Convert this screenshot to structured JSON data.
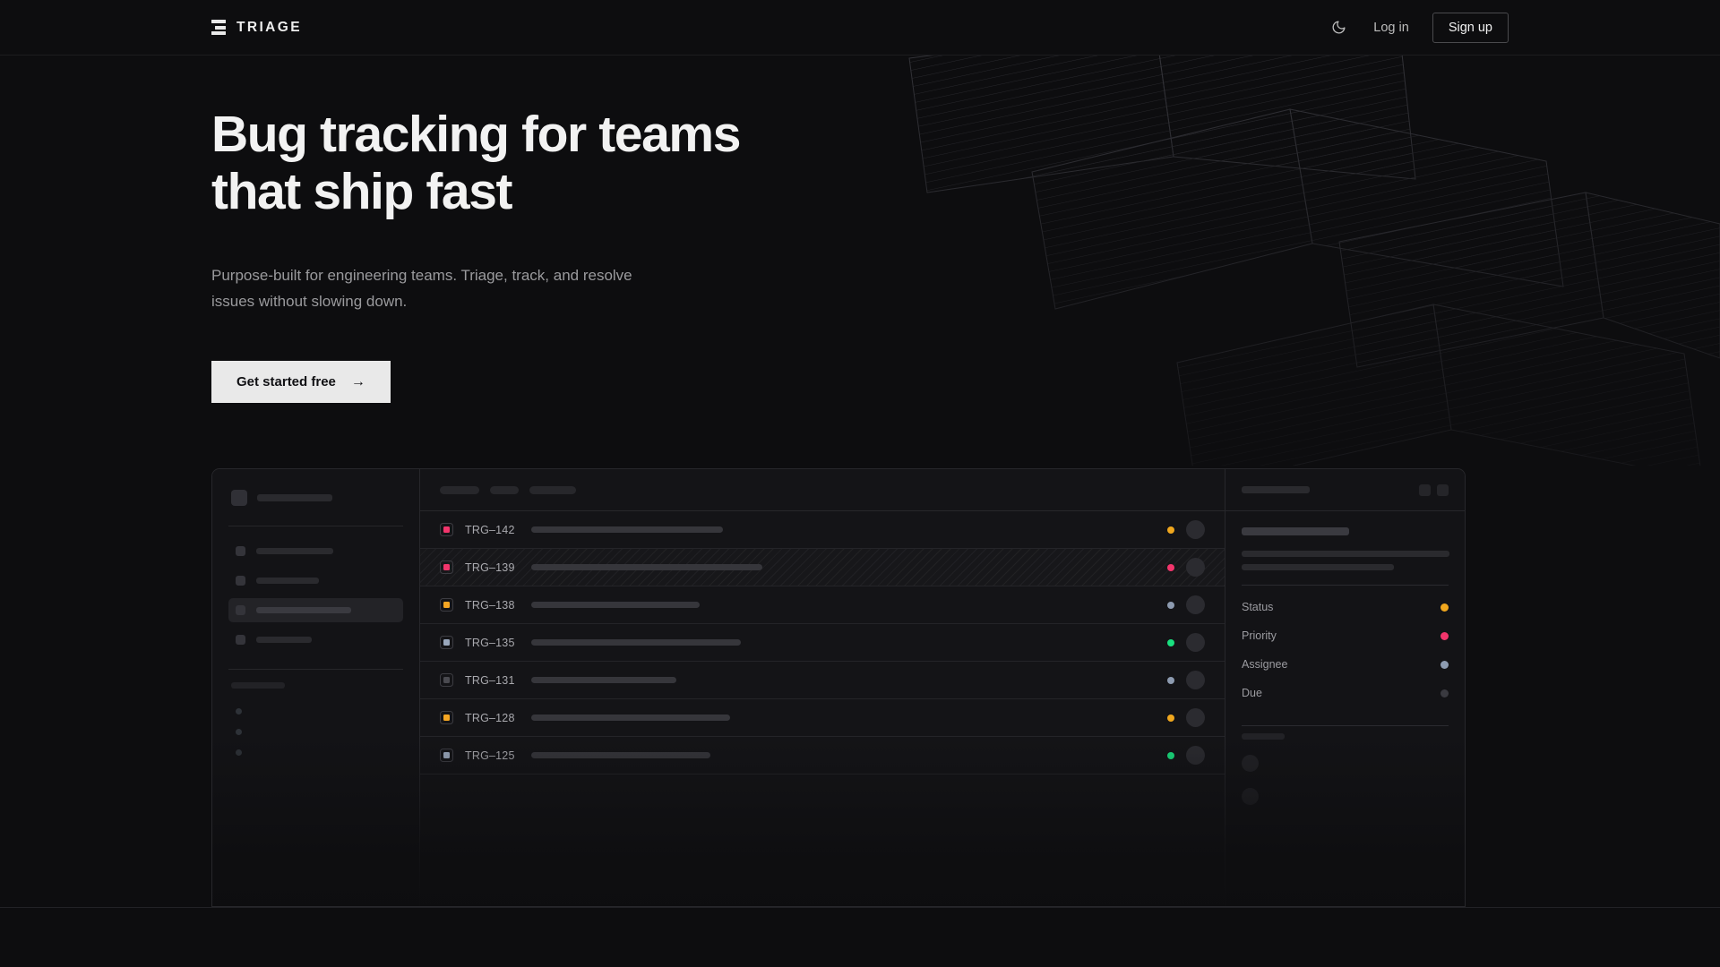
{
  "theme": {
    "page_bg": "#0d0d0f",
    "surface": "#141417",
    "border": "#27272b",
    "text_primary": "#f2f2f2",
    "text_muted": "#9a9a9d",
    "accent_cta_bg": "#e9e9e9",
    "status_orange": "#f0a71e",
    "status_pink": "#f2356c",
    "status_green": "#19e07f",
    "status_blue_gray": "#8d9bb0",
    "status_dim": "#3a3a40",
    "priority_high": "#f2356c",
    "priority_medium": "#f5a623",
    "priority_low": "#9aa8bd",
    "priority_none": "#4a4a50"
  },
  "header": {
    "brand": {
      "name": "TRIAGE",
      "icon": "stacked-bars-logo-icon"
    },
    "theme_toggle": {
      "icon": "moon-icon",
      "label": ""
    },
    "login_label": "Log in",
    "signup_label": "Sign up"
  },
  "hero": {
    "headline_line1": "Bug tracking for teams",
    "headline_line2": "that ship fast",
    "subtitle": "Purpose-built for engineering teams. Triage, track, and resolve issues without slowing down.",
    "cta_label": "Get started free",
    "cta_arrow": "→"
  },
  "mockup": {
    "sidebar": {
      "workspace": {
        "skeleton_width": 84
      },
      "nav_items": [
        {
          "skeleton_width": 86,
          "active": false
        },
        {
          "skeleton_width": 70,
          "active": false
        },
        {
          "skeleton_width": 106,
          "active": true
        },
        {
          "skeleton_width": 62,
          "active": false
        }
      ],
      "section_label_width": 60,
      "sub_items": [
        {},
        {},
        {}
      ]
    },
    "list": {
      "header_pills": [
        44,
        32,
        52
      ],
      "rows": [
        {
          "id": "TRG–142",
          "priority_color": "#f2356c",
          "title_width": 214,
          "status_color": "#f0a71e",
          "selected": false
        },
        {
          "id": "TRG–139",
          "priority_color": "#f2356c",
          "title_width": 258,
          "status_color": "#f2356c",
          "selected": true
        },
        {
          "id": "TRG–138",
          "priority_color": "#f5a623",
          "title_width": 188,
          "status_color": "#8d9bb0",
          "selected": false
        },
        {
          "id": "TRG–135",
          "priority_color": "#9aa8bd",
          "title_width": 234,
          "status_color": "#19e07f",
          "selected": false
        },
        {
          "id": "TRG–131",
          "priority_color": "#4a4a50",
          "title_width": 162,
          "status_color": "#8d9bb0",
          "selected": false
        },
        {
          "id": "TRG–128",
          "priority_color": "#f5a623",
          "title_width": 222,
          "status_color": "#f0a71e",
          "selected": false
        },
        {
          "id": "TRG–125",
          "priority_color": "#9aa8bd",
          "title_width": 200,
          "status_color": "#19e07f",
          "selected": false
        }
      ]
    },
    "detail": {
      "header_skeleton_width": 76,
      "actions": [
        "panel-action-1",
        "panel-action-2"
      ],
      "title_skeleton_width": 120,
      "body_skeleton_widths": [
        232,
        170
      ],
      "meta": [
        {
          "label": "Status",
          "color": "#f0a71e"
        },
        {
          "label": "Priority",
          "color": "#f2356c"
        },
        {
          "label": "Assignee",
          "color": "#8d9bb0"
        },
        {
          "label": "Due",
          "color": "#3a3a40"
        }
      ],
      "activity_label_width": 48,
      "activity_rows": [
        {},
        {}
      ]
    }
  }
}
